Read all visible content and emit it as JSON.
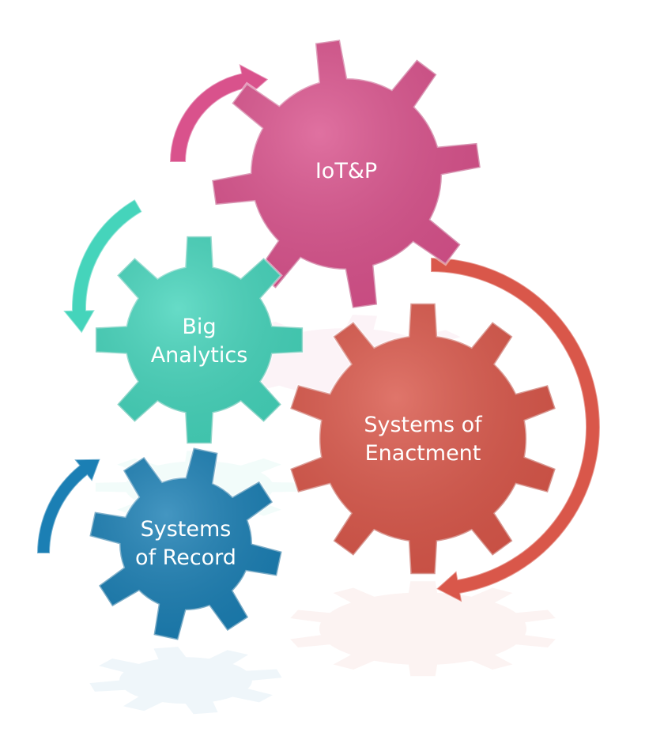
{
  "gears": [
    {
      "id": "iotp",
      "label_lines": [
        "IoT&P"
      ],
      "color": "#d9528c",
      "teeth": 8
    },
    {
      "id": "big-analytics",
      "label_lines": [
        "Big",
        "Analytics"
      ],
      "color": "#45d4bb",
      "teeth": 8
    },
    {
      "id": "systems-of-enactment",
      "label_lines": [
        "Systems of",
        "Enactment"
      ],
      "color": "#d9574a",
      "teeth": 10
    },
    {
      "id": "systems-of-record",
      "label_lines": [
        "Systems",
        "of Record"
      ],
      "color": "#1b7fb4",
      "teeth": 8
    }
  ],
  "arrows": [
    {
      "color": "#d9528c"
    },
    {
      "color": "#45d4bb"
    },
    {
      "color": "#d9574a"
    },
    {
      "color": "#1b7fb4"
    }
  ]
}
